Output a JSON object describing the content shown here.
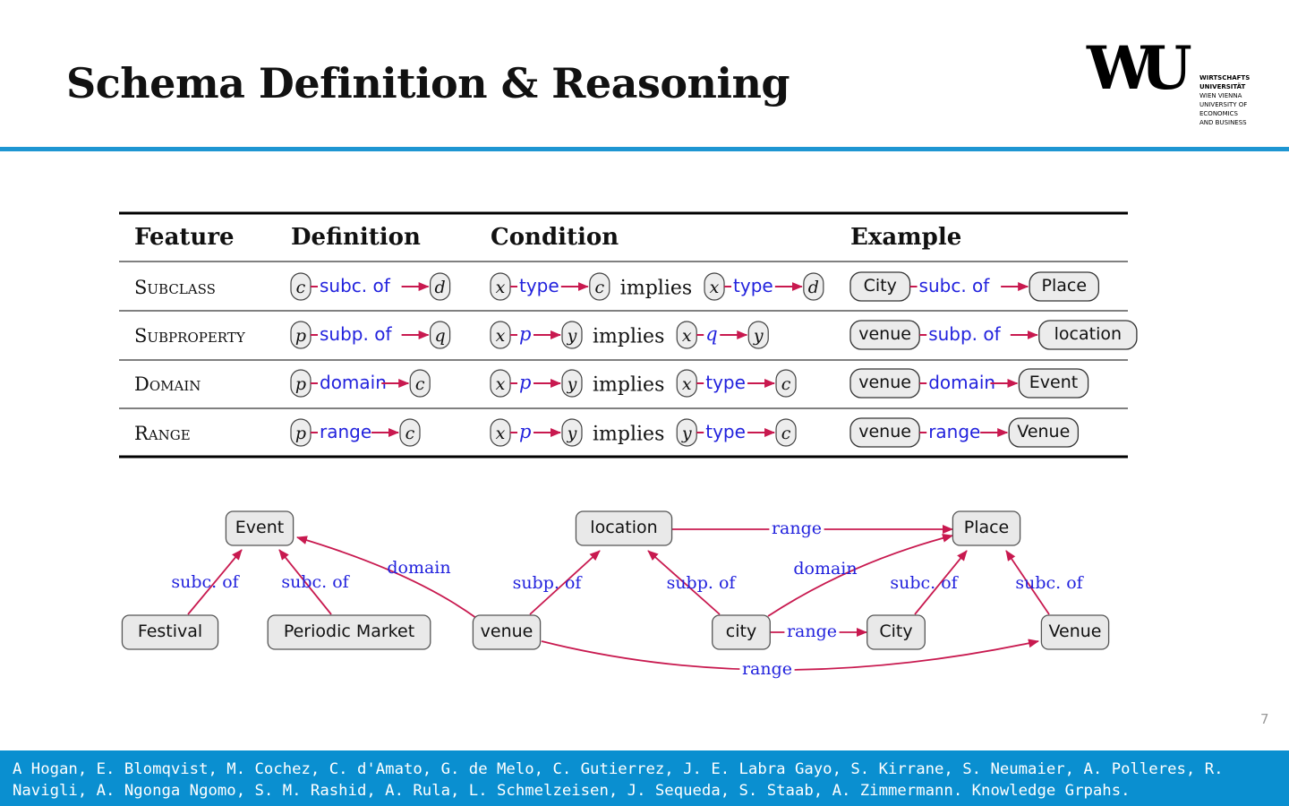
{
  "slide": {
    "title": "Schema Definition & Reasoning",
    "page_number": "7",
    "citation": "A Hogan, E. Blomqvist, M. Cochez, C. d'Amato, G. de Melo, C. Gutierrez, J. E. Labra Gayo, S. Kirrane, S. Neumaier, A. Polleres, R. Navigli, A. Ngonga Ngomo, S. M. Rashid, A. Rula, L. Schmelzeisen, J. Sequeda, S. Staab, A. Zimmermann. Knowledge Grpahs."
  },
  "logo": {
    "mark": "WU",
    "lines": [
      "WIRTSCHAFTS",
      "UNIVERSITÄT",
      "WIEN VIENNA",
      "UNIVERSITY OF",
      "ECONOMICS",
      "AND BUSINESS"
    ]
  },
  "colors": {
    "accent_bar": "#1e96d2",
    "footer_bg": "#0a8fd0",
    "edge_label": "#2222dd",
    "arrow": "#c8194f"
  },
  "table": {
    "headers": [
      "Feature",
      "Definition",
      "Condition",
      "Example"
    ],
    "implies": "implies",
    "rows": [
      {
        "feature": "Subclass",
        "definition": [
          "c",
          "subc. of",
          "d"
        ],
        "condition": [
          [
            "x",
            "type",
            "c"
          ],
          [
            "x",
            "type",
            "d"
          ]
        ],
        "example": [
          "City",
          "subc. of",
          "Place"
        ]
      },
      {
        "feature": "Subproperty",
        "definition": [
          "p",
          "subp. of",
          "q"
        ],
        "condition": [
          [
            "x",
            "p",
            "y"
          ],
          [
            "x",
            "q",
            "y"
          ]
        ],
        "example": [
          "venue",
          "subp. of",
          "location"
        ]
      },
      {
        "feature": "Domain",
        "definition": [
          "p",
          "domain",
          "c"
        ],
        "condition": [
          [
            "x",
            "p",
            "y"
          ],
          [
            "x",
            "type",
            "c"
          ]
        ],
        "example": [
          "venue",
          "domain",
          "Event"
        ]
      },
      {
        "feature": "Range",
        "definition": [
          "p",
          "range",
          "c"
        ],
        "condition": [
          [
            "x",
            "p",
            "y"
          ],
          [
            "y",
            "type",
            "c"
          ]
        ],
        "example": [
          "venue",
          "range",
          "Venue"
        ]
      }
    ]
  },
  "graph": {
    "nodes": [
      "Event",
      "location",
      "Place",
      "Festival",
      "Periodic Market",
      "venue",
      "city",
      "City",
      "Venue"
    ],
    "edges": [
      [
        "Festival",
        "subc. of",
        "Event"
      ],
      [
        "Periodic Market",
        "subc. of",
        "Event"
      ],
      [
        "venue",
        "domain",
        "Event"
      ],
      [
        "venue",
        "subp. of",
        "location"
      ],
      [
        "location",
        "range",
        "Place"
      ],
      [
        "city",
        "subp. of",
        "location"
      ],
      [
        "city",
        "domain",
        "Place"
      ],
      [
        "city",
        "range",
        "City"
      ],
      [
        "City",
        "subc. of",
        "Place"
      ],
      [
        "Venue",
        "subc. of",
        "Place"
      ],
      [
        "venue",
        "range",
        "Venue"
      ]
    ]
  }
}
